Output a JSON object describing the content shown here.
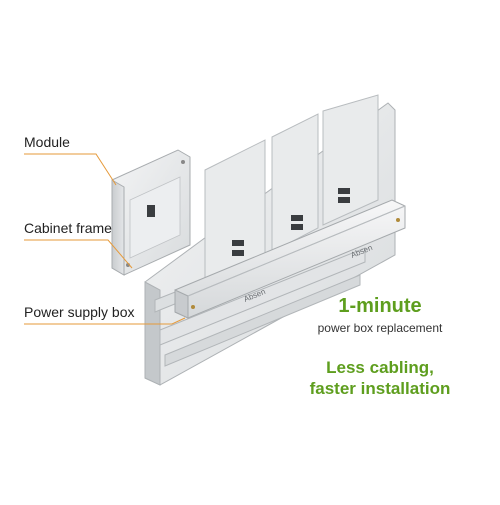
{
  "labels": {
    "module": "Module",
    "cabinet_frame": "Cabinet frame",
    "power_supply_box": "Power supply box"
  },
  "brand": "Absen",
  "headline": {
    "main": "1-minute",
    "sub": "power box replacement",
    "tagline_line1": "Less cabling,",
    "tagline_line2": "faster installation"
  },
  "colors": {
    "accent_green": "#5e9e1e",
    "leader_line": "#e69a3a",
    "metal_light": "#e8e9ea",
    "metal_mid": "#cfd2d4",
    "metal_dark": "#9ea3a7"
  }
}
